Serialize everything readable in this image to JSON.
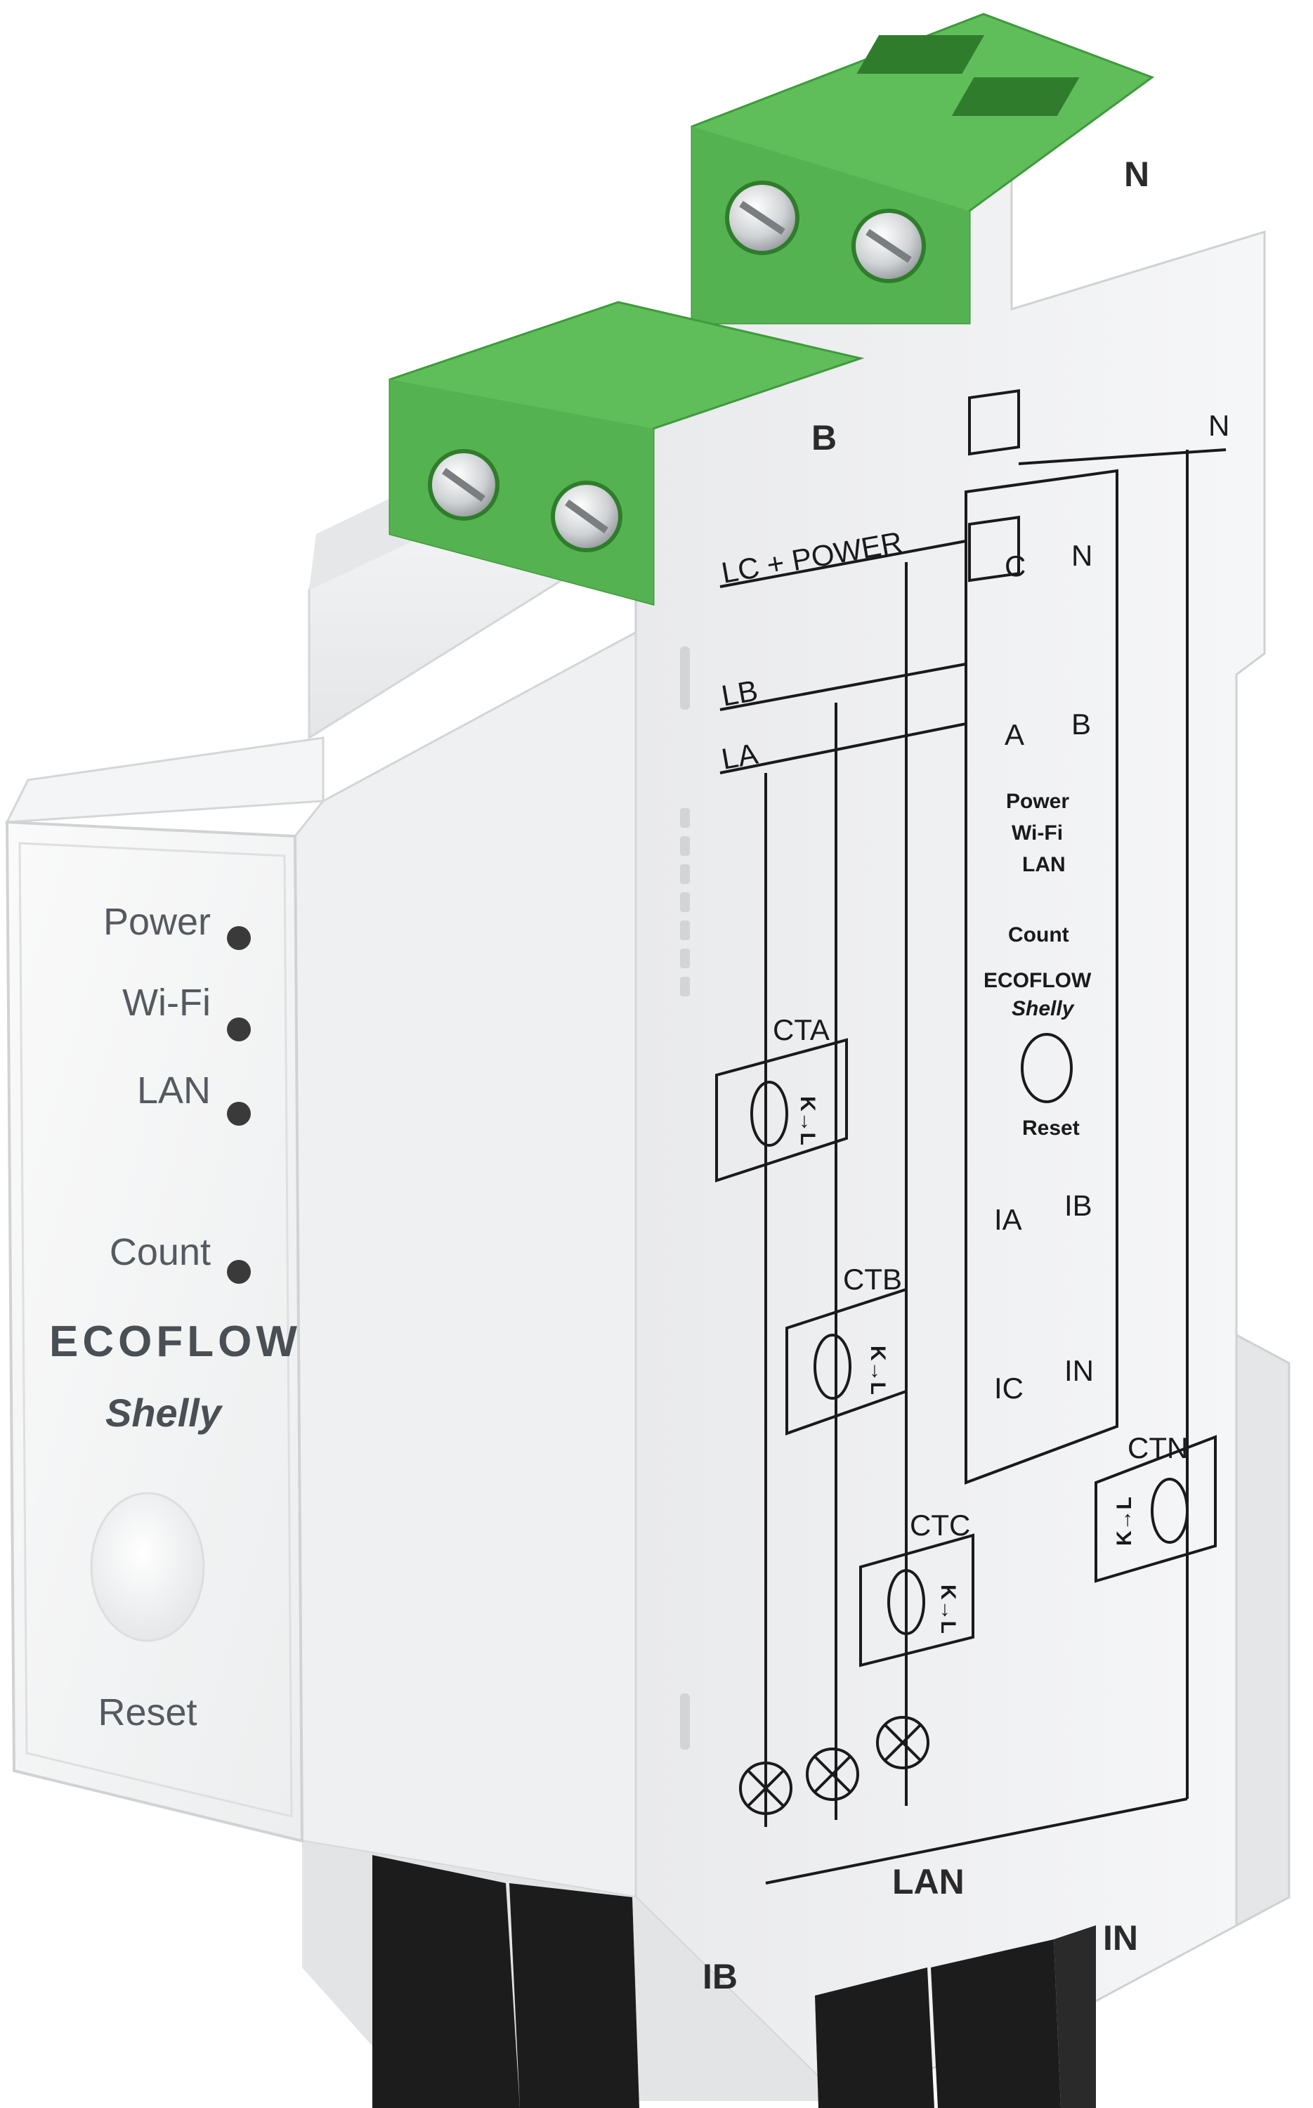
{
  "front_panel": {
    "indicators": [
      {
        "label": "Power"
      },
      {
        "label": "Wi-Fi"
      },
      {
        "label": "LAN"
      },
      {
        "label": "Count"
      }
    ],
    "brand": "ECOFLOW",
    "sub_brand": "Shelly",
    "reset_label": "Reset"
  },
  "terminals": {
    "top_upper": "N",
    "top_lower": "B",
    "bottom_left": "IB",
    "bottom_mid": "LAN",
    "bottom_right": "IN"
  },
  "diagram": {
    "lc_power": "LC + POWER",
    "lb": "LB",
    "la": "LA",
    "n": "N",
    "block_c": "C",
    "block_n": "N",
    "block_a": "A",
    "block_b": "B",
    "block_ia": "IA",
    "block_ib": "IB",
    "block_ic": "IC",
    "block_in": "IN",
    "cta": "CTA",
    "ctb": "CTB",
    "ctc": "CTC",
    "ctn": "CTN",
    "ct_dir": "K→L",
    "mini_indicators": [
      "Power",
      "Wi-Fi",
      "LAN",
      "Count"
    ],
    "mini_brand": "ECOFLOW",
    "mini_sub_brand": "Shelly",
    "mini_reset": "Reset"
  },
  "colors": {
    "housing": "#f1f2f3",
    "housing_shadow": "#d9dbdd",
    "terminal_green": "#5fbe5a",
    "terminal_green_dark": "#3f9a3c",
    "connector_black": "#1c1c1c",
    "led": "#3a3a3a",
    "line": "#1a1a1a"
  }
}
